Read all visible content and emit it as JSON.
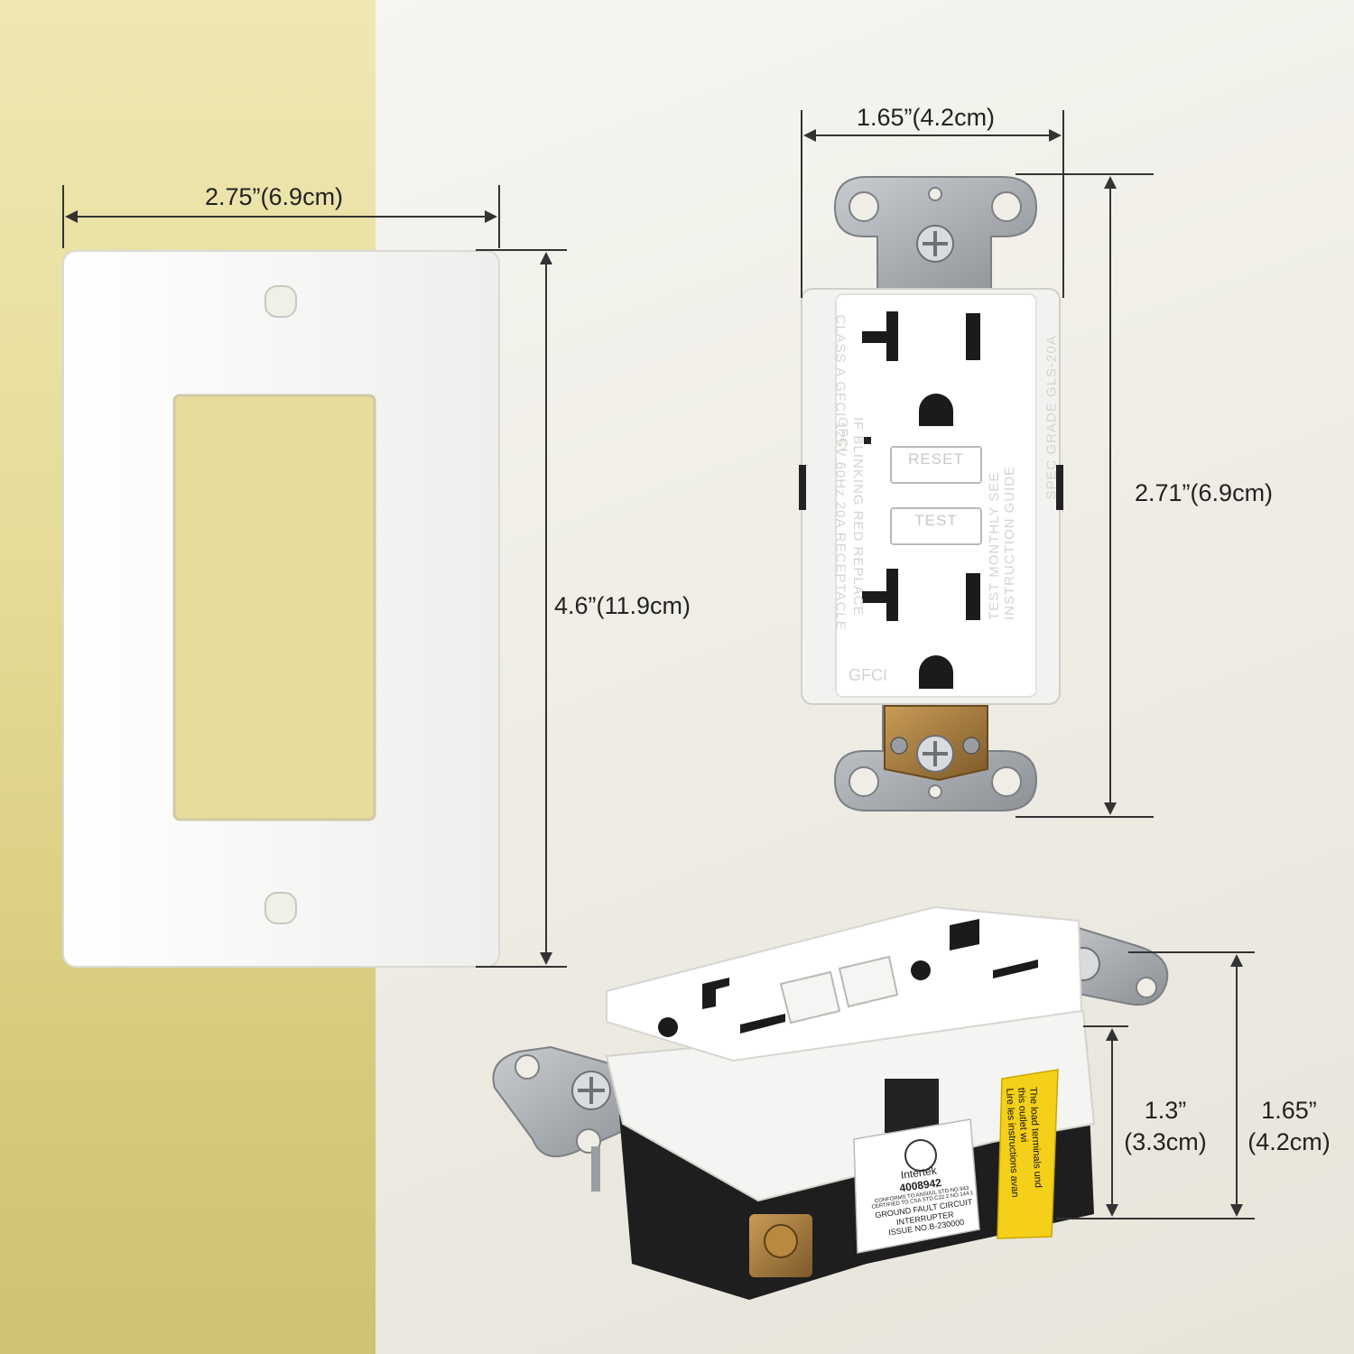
{
  "dimensions": {
    "plate_width": "2.75”(6.9cm)",
    "plate_height": "4.6”(11.9cm)",
    "outlet_width": "1.65”(4.2cm)",
    "outlet_height": "2.71”(6.9cm)",
    "body_depth_in": "1.3”",
    "body_depth_cm": "(3.3cm)",
    "total_depth_in": "1.65”",
    "total_depth_cm": "(4.2cm)"
  },
  "outlet_face": {
    "reset_label": "RESET",
    "test_label": "TEST",
    "gfci_label": "GFCI",
    "left_text": "CLASS A GFCI 125V 60Hz 20A RECEPTACLE",
    "left_text_2": "IF BLINKING RED REPLACE GFCI",
    "right_text": "TEST MONTHLY SEE INSTRUCTION GUIDE",
    "right_text_2": "SPEC GRADE GLS-20A"
  },
  "side_label": {
    "brand": "Intertek",
    "number": "4008942",
    "line1": "CONFORMS TO ANSI/UL STD NO.943",
    "line2": "CERTIFIED TO CSA STD.C22.2 NO.144.1",
    "line3": "GROUND FAULT CIRCUIT",
    "line4": "INTERRUPTER",
    "line5": "ISSUE NO.B-230000"
  },
  "warning_label": {
    "line1": "The load terminals und",
    "line2": "this outlet wi",
    "line3": "Lire les instructions avan"
  },
  "colors": {
    "left_panel": "#e6dc98",
    "background": "#efede6",
    "plate": "#ffffff",
    "warning": "#f4d01a"
  }
}
